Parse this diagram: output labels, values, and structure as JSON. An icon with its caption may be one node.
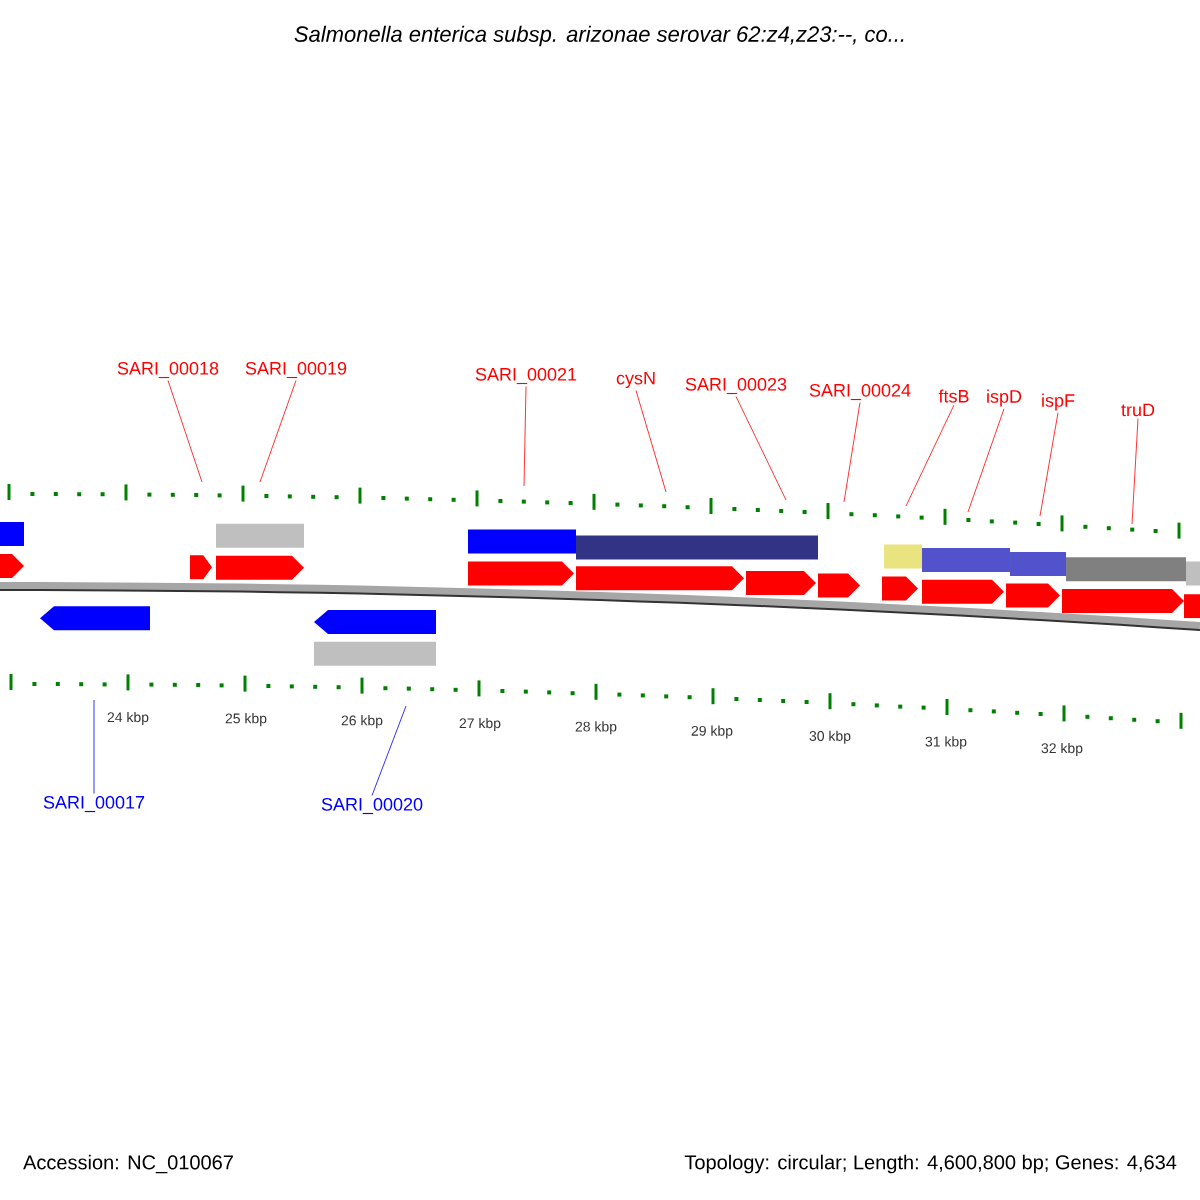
{
  "diagram": {
    "title": "Salmonella enterica subsp. arizonae serovar 62:z4,z23:--, co...",
    "nodes": [
      {
        "text": [
          "SARI_00018"
        ]
      },
      {
        "text": [
          "SARI_00019"
        ]
      },
      {
        "text": [
          "SARI_00021"
        ]
      },
      {
        "text": [
          "cysN"
        ]
      },
      {
        "text": [
          "SARI_00023"
        ]
      },
      {
        "text": [
          "SARI_00024"
        ]
      },
      {
        "text": [
          "ftsB"
        ]
      },
      {
        "text": [
          "ispD"
        ]
      },
      {
        "text": [
          "ispF"
        ]
      },
      {
        "text": [
          "truD"
        ]
      },
      {
        "text": [
          "SARI_00017"
        ]
      },
      {
        "text": [
          "SARI_00020"
        ]
      }
    ],
    "edges": [
      {
        "from": 0,
        "to": null,
        "arrow": "none"
      },
      {
        "from": 1,
        "to": null,
        "arrow": "none"
      },
      {
        "from": 2,
        "to": null,
        "arrow": "none"
      },
      {
        "from": 3,
        "to": null,
        "arrow": "none"
      },
      {
        "from": 4,
        "to": null,
        "arrow": "none"
      },
      {
        "from": 5,
        "to": null,
        "arrow": "none"
      },
      {
        "from": 6,
        "to": null,
        "arrow": "none"
      },
      {
        "from": 7,
        "to": null,
        "arrow": "none"
      },
      {
        "from": 8,
        "to": null,
        "arrow": "none"
      },
      {
        "from": 9,
        "to": null,
        "arrow": "none"
      },
      {
        "from": 10,
        "to": null,
        "arrow": "none",
        "color": "#0000ff"
      },
      {
        "from": 11,
        "to": null,
        "arrow": "none",
        "color": "#0000ff"
      }
    ],
    "labels": [
      "24 kbp",
      "25 kbp",
      "26 kbp",
      "27 kbp",
      "28 kbp",
      "29 kbp",
      "30 kbp",
      "31 kbp",
      "32 kbp",
      "Accession: NC_010067",
      "Topology: circular; Length: 4,600,800 bp; Genes: 4,634"
    ]
  }
}
